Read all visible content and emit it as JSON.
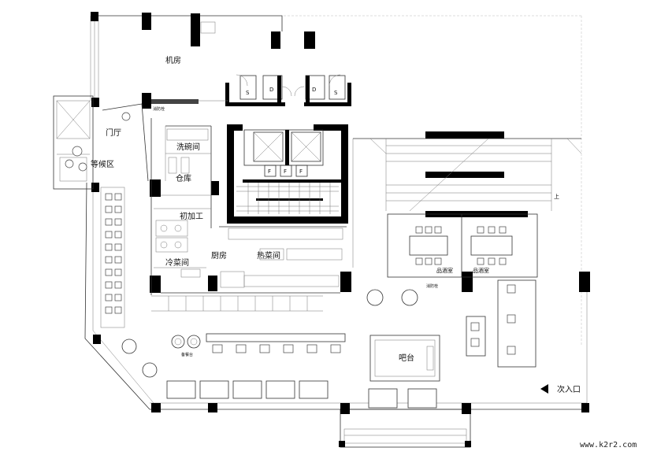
{
  "plan": {
    "rooms": {
      "machine_room": "机房",
      "foyer": "门厅",
      "waiting_area": "等候区",
      "dishwashing": "洗碗间",
      "storage": "仓库",
      "prep": "初加工",
      "cold_kitchen": "冷菜间",
      "kitchen": "厨房",
      "hot_kitchen": "热菜间",
      "wine_room_1": "品酒室",
      "wine_room_2": "品酒室",
      "bar": "吧台",
      "serving_station": "备餐台",
      "secondary_entrance": "次入口"
    },
    "small_labels": {
      "fire_hydrant_1": "消防栓",
      "fire_hydrant_2": "消防栓",
      "stair_up": "上"
    },
    "shaft_letters": [
      "S",
      "D",
      "D",
      "S"
    ],
    "elevator_letters": [
      "F",
      "F",
      "F"
    ],
    "watermark": "www.k2r2.com"
  }
}
